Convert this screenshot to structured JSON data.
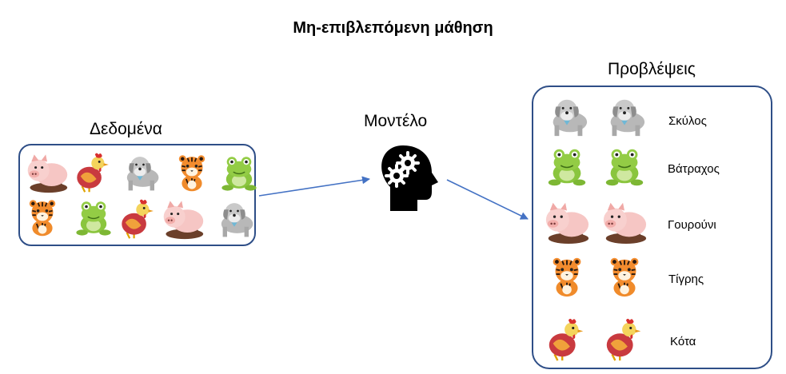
{
  "title": "Μη-επιβλεπόμενη μάθηση",
  "data_label": "Δεδομένα",
  "model_label": "Μοντέλο",
  "predictions_label": "Προβλέψεις",
  "predictions": [
    {
      "label": "Σκύλος",
      "animal": "dog"
    },
    {
      "label": "Βάτραχος",
      "animal": "frog"
    },
    {
      "label": "Γουρούνι",
      "animal": "pig"
    },
    {
      "label": "Τίγρης",
      "animal": "tiger"
    },
    {
      "label": "Κότα",
      "animal": "chicken"
    }
  ],
  "data_items": [
    "pig",
    "chicken",
    "dog",
    "tiger",
    "frog",
    "tiger",
    "frog",
    "chicken",
    "pig",
    "dog"
  ],
  "colors": {
    "box_border": "#2e4e87",
    "arrow": "#4472c4"
  },
  "icons": {
    "model": "head-gears-icon"
  }
}
